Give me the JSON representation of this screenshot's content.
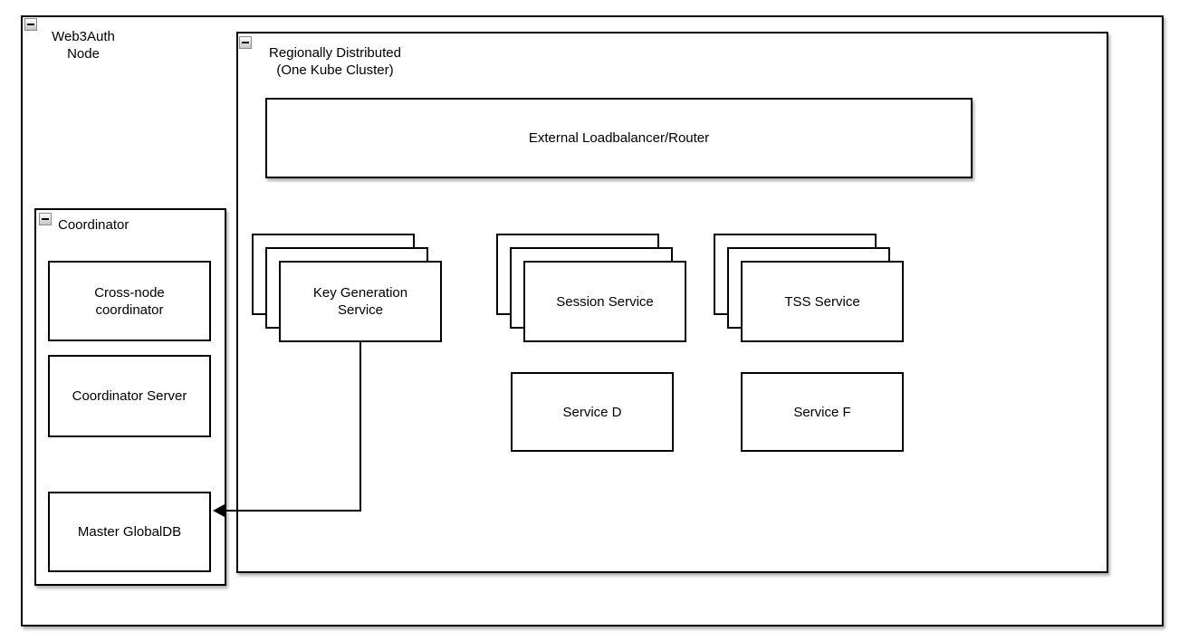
{
  "diagram": {
    "outer": {
      "title_line1": "Web3Auth",
      "title_line2": "Node"
    },
    "regional": {
      "title_line1": "Regionally Distributed",
      "title_line2": "(One Kube Cluster)",
      "loadbalancer_label": "External Loadbalancer/Router",
      "stacks": [
        {
          "label_line1": "Key Generation",
          "label_line2": "Service"
        },
        {
          "label_line1": "Session Service",
          "label_line2": ""
        },
        {
          "label_line1": "TSS Service",
          "label_line2": ""
        }
      ],
      "services": [
        {
          "label": "Service D"
        },
        {
          "label": "Service F"
        }
      ]
    },
    "coordinator": {
      "title": "Coordinator",
      "boxes": [
        {
          "label_line1": "Cross-node",
          "label_line2": "coordinator"
        },
        {
          "label_line1": "Coordinator Server",
          "label_line2": ""
        },
        {
          "label_line1": "Master GlobalDB",
          "label_line2": ""
        }
      ]
    },
    "connector": {
      "from": "Key Generation Service",
      "to": "Master GlobalDB"
    },
    "colors": {
      "border": "#000000",
      "background": "#ffffff",
      "shadow": "rgba(0,0,0,0.30)",
      "collapse_btn_border": "#8a8a8a"
    }
  }
}
